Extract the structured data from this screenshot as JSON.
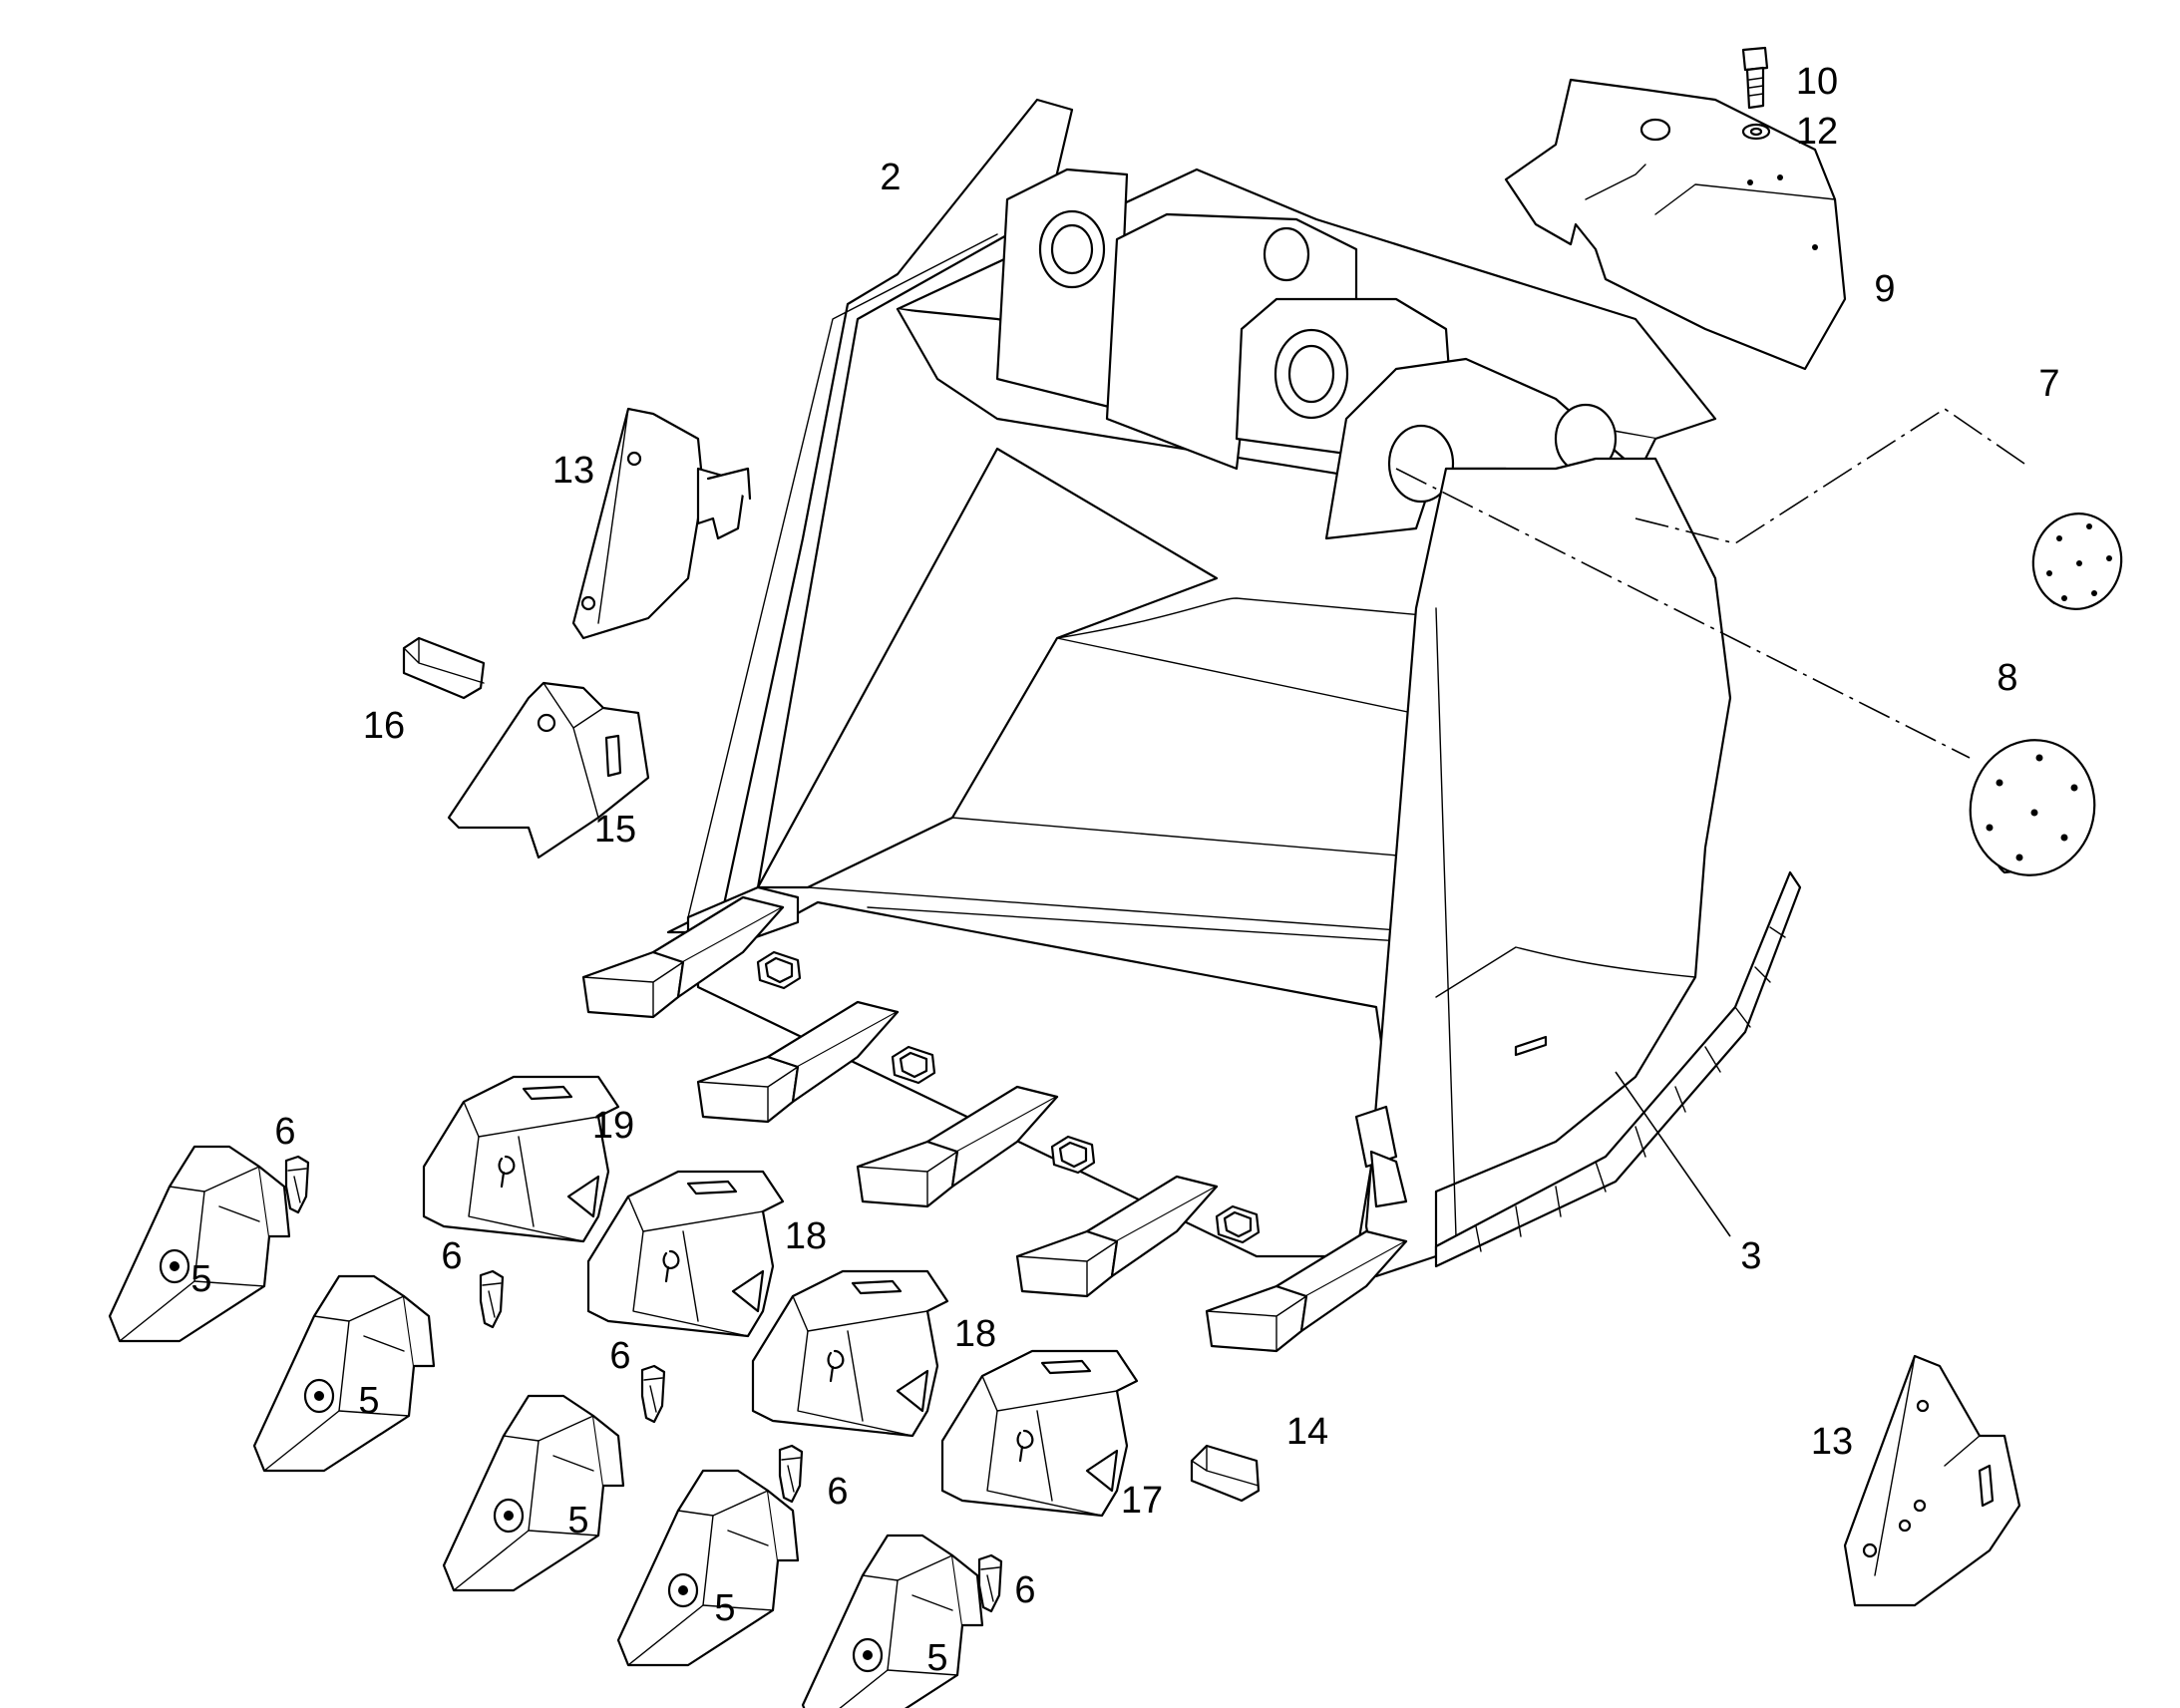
{
  "callouts": {
    "c2": "2",
    "c3": "3",
    "c5a": "5",
    "c5b": "5",
    "c5c": "5",
    "c5d": "5",
    "c5e": "5",
    "c6a": "6",
    "c6b": "6",
    "c6c": "6",
    "c6d": "6",
    "c6e": "6",
    "c7": "7",
    "c8": "8",
    "c9": "9",
    "c10": "10",
    "c12": "12",
    "c13a": "13",
    "c13b": "13",
    "c14": "14",
    "c15": "15",
    "c16": "16",
    "c17": "17",
    "c18a": "18",
    "c18b": "18",
    "c19": "19"
  }
}
